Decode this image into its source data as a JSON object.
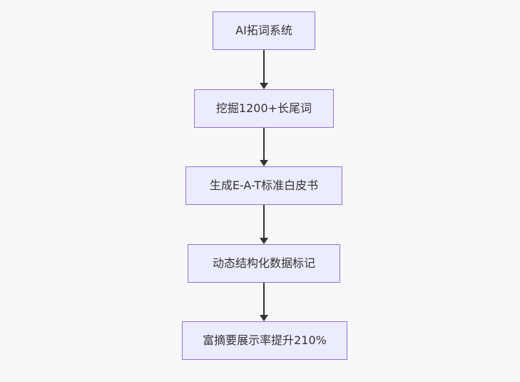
{
  "diagram": {
    "type": "flowchart",
    "direction": "top-down",
    "nodes": [
      {
        "id": "A",
        "label": "AI拓词系统"
      },
      {
        "id": "B",
        "label": "挖掘1200+长尾词"
      },
      {
        "id": "C",
        "label": "生成E-A-T标准白皮书"
      },
      {
        "id": "D",
        "label": "动态结构化数据标记"
      },
      {
        "id": "E",
        "label": "富摘要展示率提升210%"
      }
    ],
    "edges": [
      {
        "from": "A",
        "to": "B"
      },
      {
        "from": "B",
        "to": "C"
      },
      {
        "from": "C",
        "to": "D"
      },
      {
        "from": "D",
        "to": "E"
      }
    ],
    "colors": {
      "background": "#f8f8f8",
      "node_fill": "#ECECFF",
      "node_border": "#9370DB",
      "arrow": "#333333",
      "text": "#333333"
    }
  }
}
